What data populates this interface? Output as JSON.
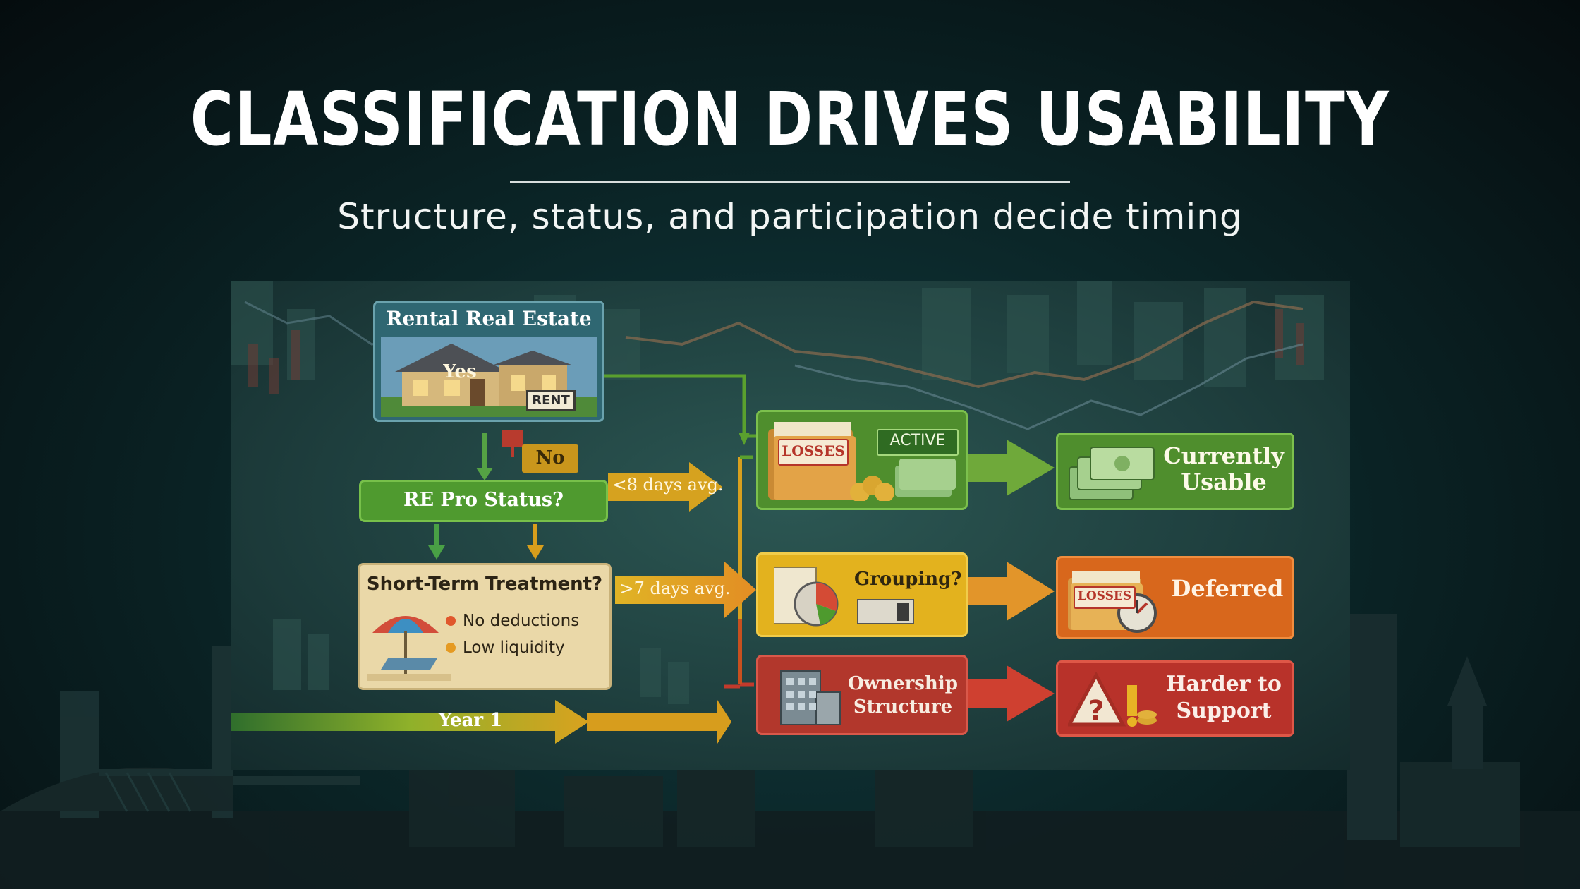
{
  "title": "CLASSIFICATION DRIVES USABILITY",
  "subtitle": "Structure, status, and participation decide timing",
  "diagram": {
    "rental": {
      "title": "Rental Real Estate",
      "sign": "RENT"
    },
    "yes_label": "Yes",
    "no_label": "No",
    "re_pro": "RE Pro Status?",
    "lt8": "<8 days avg.",
    "gt7": ">7 days avg.",
    "short_term": {
      "title": "Short-Term Treatment?",
      "bullets": [
        "No deductions",
        "Low liquidity"
      ]
    },
    "year1": "Year 1",
    "active_box": {
      "tag": "LOSSES",
      "badge": "ACTIVE"
    },
    "grouping": "Grouping?",
    "ownership": [
      "Ownership",
      "Structure"
    ],
    "outcomes": {
      "usable": [
        "Currently",
        "Usable"
      ],
      "deferred": {
        "tag": "LOSSES",
        "label": "Deferred"
      },
      "harder": [
        "Harder to",
        "Support"
      ]
    }
  },
  "colors": {
    "green": "#4e9a2e",
    "yellow": "#e3b21e",
    "orange": "#d8671c",
    "red": "#b8322a"
  }
}
